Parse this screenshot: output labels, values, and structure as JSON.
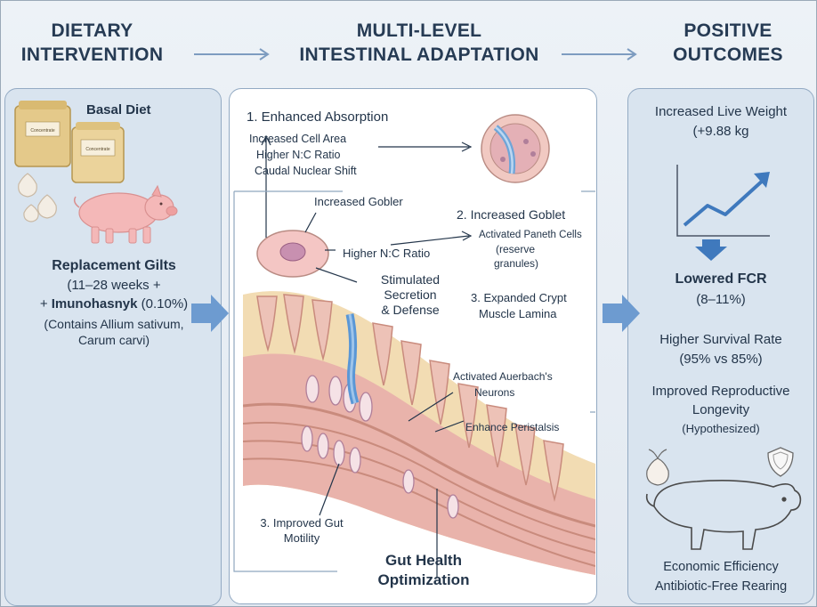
{
  "headers": {
    "col1_line1": "DIETARY",
    "col1_line2": "INTERVENTION",
    "col2_line1": "MULTI-LEVEL",
    "col2_line2": "INTESTINAL ADAPTATION",
    "col3_line1": "POSITIVE",
    "col3_line2": "OUTCOMES"
  },
  "left": {
    "basal_diet": "Basal Diet",
    "bag1_label": "Concentrate",
    "bag2_label": "Concentrate",
    "gilts_title": "Replacement Gilts",
    "weeks": "(11–28 weeks +",
    "supplement_prefix": "+",
    "supplement_name": "Imunohasnyk",
    "supplement_dose": "(0.10%)",
    "contains_line1": "(Contains Allium sativum,",
    "contains_line2": "Carum carvi)"
  },
  "middle": {
    "enhanced_absorption": "1. Enhanced Absorption",
    "cell_area": "Increased Cell Area",
    "nc_ratio": "Higher N:C Ratio",
    "caudal_shift": "Caudal Nuclear Shift",
    "increased_gobler": "Increased Gobler",
    "increased_goblet": "2. Increased Goblet",
    "higher_nc": "Higher N:C Ratio",
    "paneth_line1": "Activated Paneth Cells",
    "paneth_line2": "(reserve",
    "paneth_line3": "granules)",
    "stimulated1": "Stimulated",
    "stimulated2": "Secretion",
    "stimulated3": "& Defense",
    "crypt1": "3. Expanded Crypt",
    "crypt2": "Muscle Lamina",
    "auerbach1": "Activated Auerbach's",
    "auerbach2": "Neurons",
    "peristalsis": "Enhance Peristalsis",
    "motility1": "3. Improved Gut",
    "motility2": "Motility",
    "gut_health1": "Gut Health",
    "gut_health2": "Optimization"
  },
  "right": {
    "live_weight1": "Increased Live Weight",
    "live_weight2": "(+9.88 kg",
    "fcr_title": "Lowered FCR",
    "fcr_value": "(8–11%)",
    "survival_title": "Higher Survival Rate",
    "survival_value": "(95% vs 85%)",
    "repro1": "Improved Reproductive",
    "repro2": "Longevity",
    "repro3": "(Hypothesized)",
    "econ1": "Economic Efficiency",
    "econ2": "Antibiotic-Free Rearing"
  },
  "colors": {
    "panel_blue": "#93aac3",
    "arrow_blue": "#5f8fcb",
    "tissue_pink": "#e9b3ab",
    "muscle_tan": "#f2dcb3",
    "text_dark": "#23354a"
  }
}
